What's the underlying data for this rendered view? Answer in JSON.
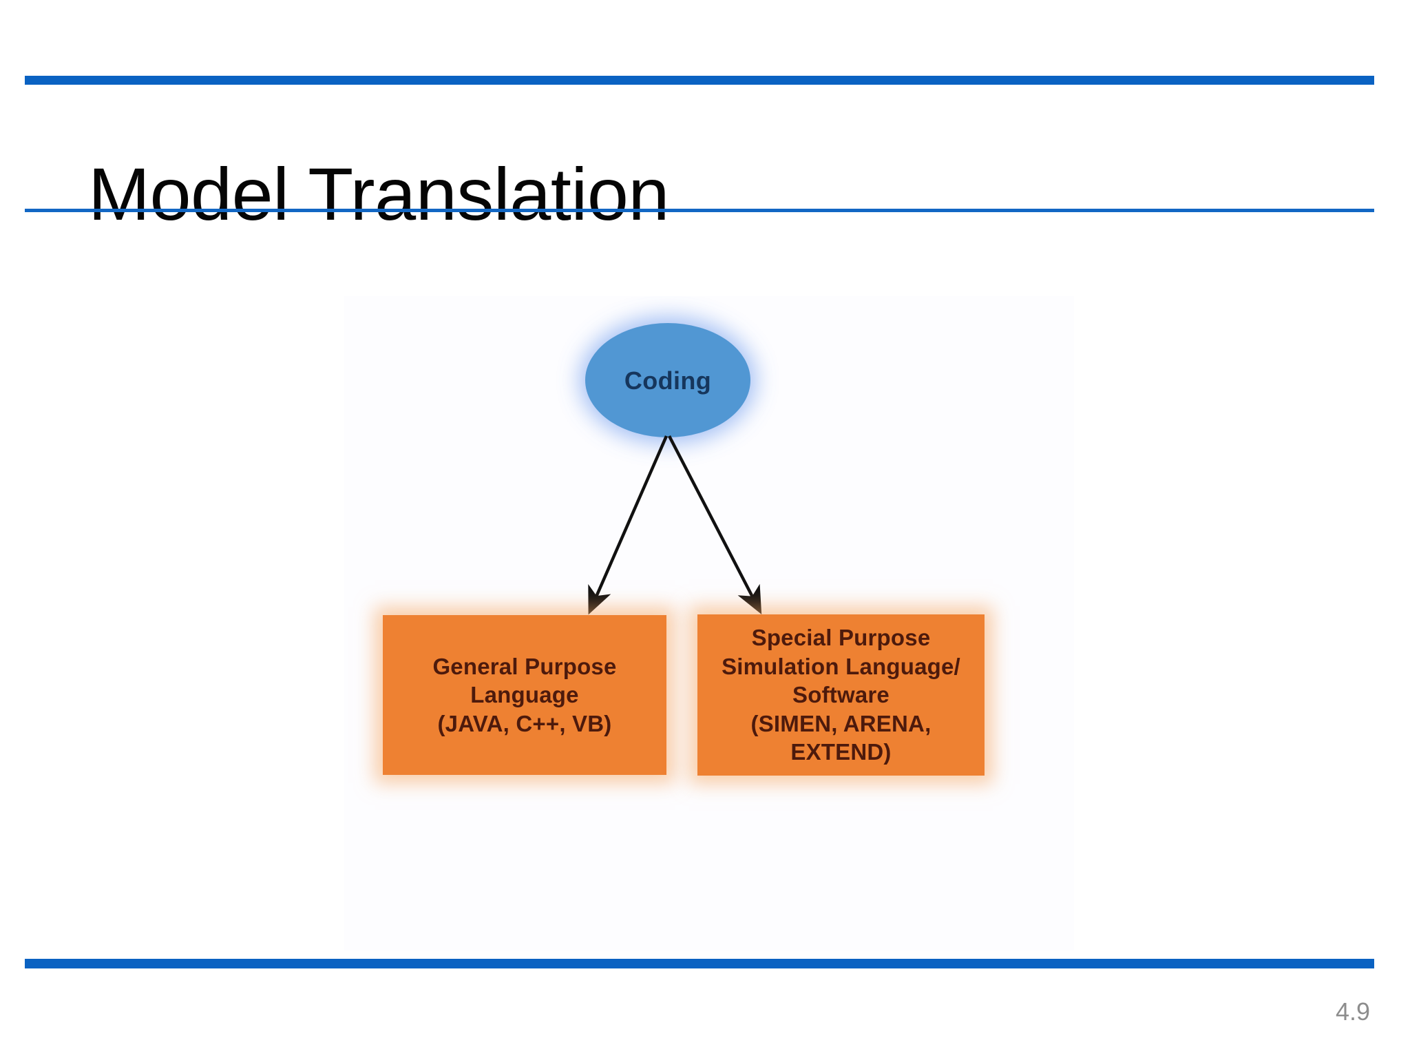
{
  "slide": {
    "title": "Model Translation",
    "page_number": "4.9",
    "accent_color": "#0a62c2",
    "background_color": "#ffffff"
  },
  "diagram": {
    "type": "flow",
    "root": {
      "id": "coding",
      "shape": "ellipse",
      "label": "Coding",
      "fill_color": "#4f97d4",
      "text_color": "#16365c",
      "glow_color": "#a8c4f5"
    },
    "children": [
      {
        "id": "general-purpose-language",
        "shape": "rectangle",
        "label": "General Purpose\nLanguage\n(JAVA, C++, VB)",
        "fill_color": "#ee8132",
        "text_color": "#4d1a0c",
        "glow_color": "#f7b97f"
      },
      {
        "id": "special-purpose-simulation",
        "shape": "rectangle",
        "label": "Special Purpose\nSimulation Language/\nSoftware\n(SIMEN, ARENA,\nEXTEND)",
        "fill_color": "#ee8132",
        "text_color": "#4d1a0c",
        "glow_color": "#f7b97f"
      }
    ],
    "connectors": [
      {
        "id": "coding-to-general",
        "from": "coding",
        "to": "general-purpose-language",
        "style": "arrow",
        "color": "#111111"
      },
      {
        "id": "coding-to-special",
        "from": "coding",
        "to": "special-purpose-simulation",
        "style": "arrow",
        "color": "#111111"
      }
    ]
  }
}
